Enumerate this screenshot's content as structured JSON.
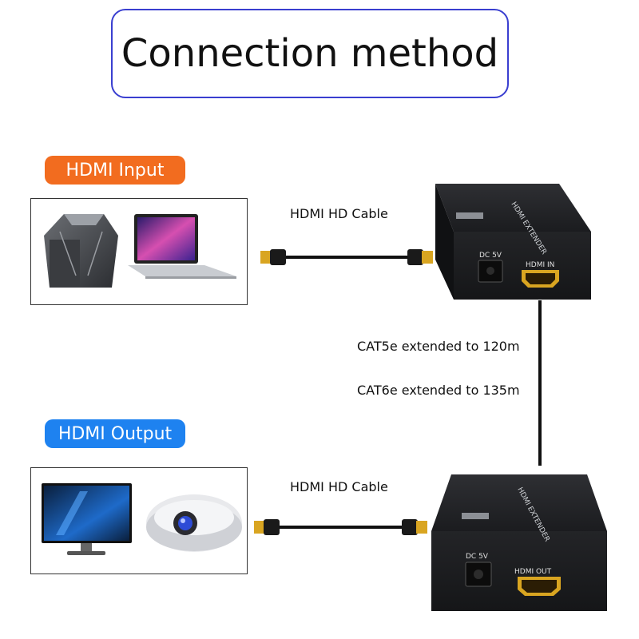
{
  "title": "Connection method",
  "input": {
    "label": "HDMI Input"
  },
  "output": {
    "label": "HDMI Output"
  },
  "cables": {
    "top": "HDMI HD Cable",
    "bottom": "HDMI HD Cable"
  },
  "extension": {
    "cat5e": "CAT5e extended to 120m",
    "cat6e": "CAT6e extended to 135m"
  },
  "transmitter": {
    "brand": "HDMI EXTENDER",
    "power_port": "DC 5V",
    "hdmi_port": "HDMI IN"
  },
  "receiver": {
    "brand": "HDMI EXTENDER",
    "power_port": "DC 5V",
    "hdmi_port": "HDMI OUT"
  },
  "colors": {
    "input_pill": "#f26c1f",
    "output_pill": "#1e82f0",
    "title_border": "#3a3fd0",
    "connector_gold": "#d9a521"
  },
  "icons": [
    "desktop-pc-icon",
    "laptop-icon",
    "monitor-icon",
    "projector-icon",
    "hdmi-connector-icon"
  ]
}
